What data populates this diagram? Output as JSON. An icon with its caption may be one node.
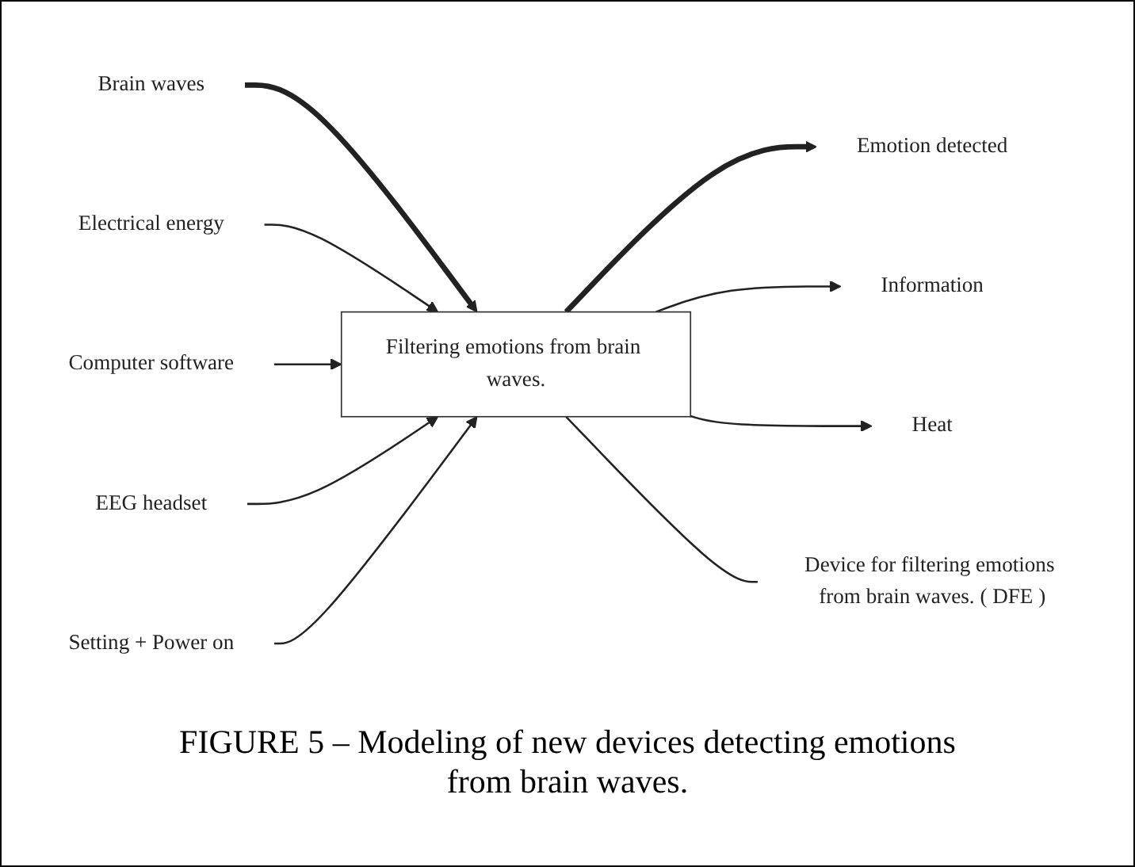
{
  "diagram": {
    "caption": "FIGURE 5 – Modeling of new devices detecting emotions from brain waves.",
    "nodes": [
      {
        "text": [
          "Brain waves"
        ]
      },
      {
        "text": [
          "Electrical energy"
        ]
      },
      {
        "text": [
          "Computer software"
        ]
      },
      {
        "text": [
          "EEG headset"
        ]
      },
      {
        "text": [
          "Setting + Power on"
        ]
      },
      {
        "text": [
          "Filtering emotions from brain waves."
        ]
      },
      {
        "text": [
          "Emotion detected"
        ]
      },
      {
        "text": [
          "Information"
        ]
      },
      {
        "text": [
          "Heat"
        ]
      },
      {
        "text": [
          "Device for filtering emotions from brain waves. ( DFE )"
        ]
      }
    ],
    "edges": [
      {
        "from": 0,
        "to": 5,
        "arrow": "to",
        "style": "thick"
      },
      {
        "from": 1,
        "to": 5,
        "arrow": "to"
      },
      {
        "from": 2,
        "to": 5,
        "arrow": "to"
      },
      {
        "from": 3,
        "to": 5,
        "arrow": "to"
      },
      {
        "from": 4,
        "to": 5,
        "arrow": "to"
      },
      {
        "from": 5,
        "to": 6,
        "arrow": "to",
        "style": "thick"
      },
      {
        "from": 5,
        "to": 7,
        "arrow": "to"
      },
      {
        "from": 5,
        "to": 8,
        "arrow": "to"
      },
      {
        "from": 5,
        "to": 9,
        "arrow": "none"
      }
    ]
  }
}
